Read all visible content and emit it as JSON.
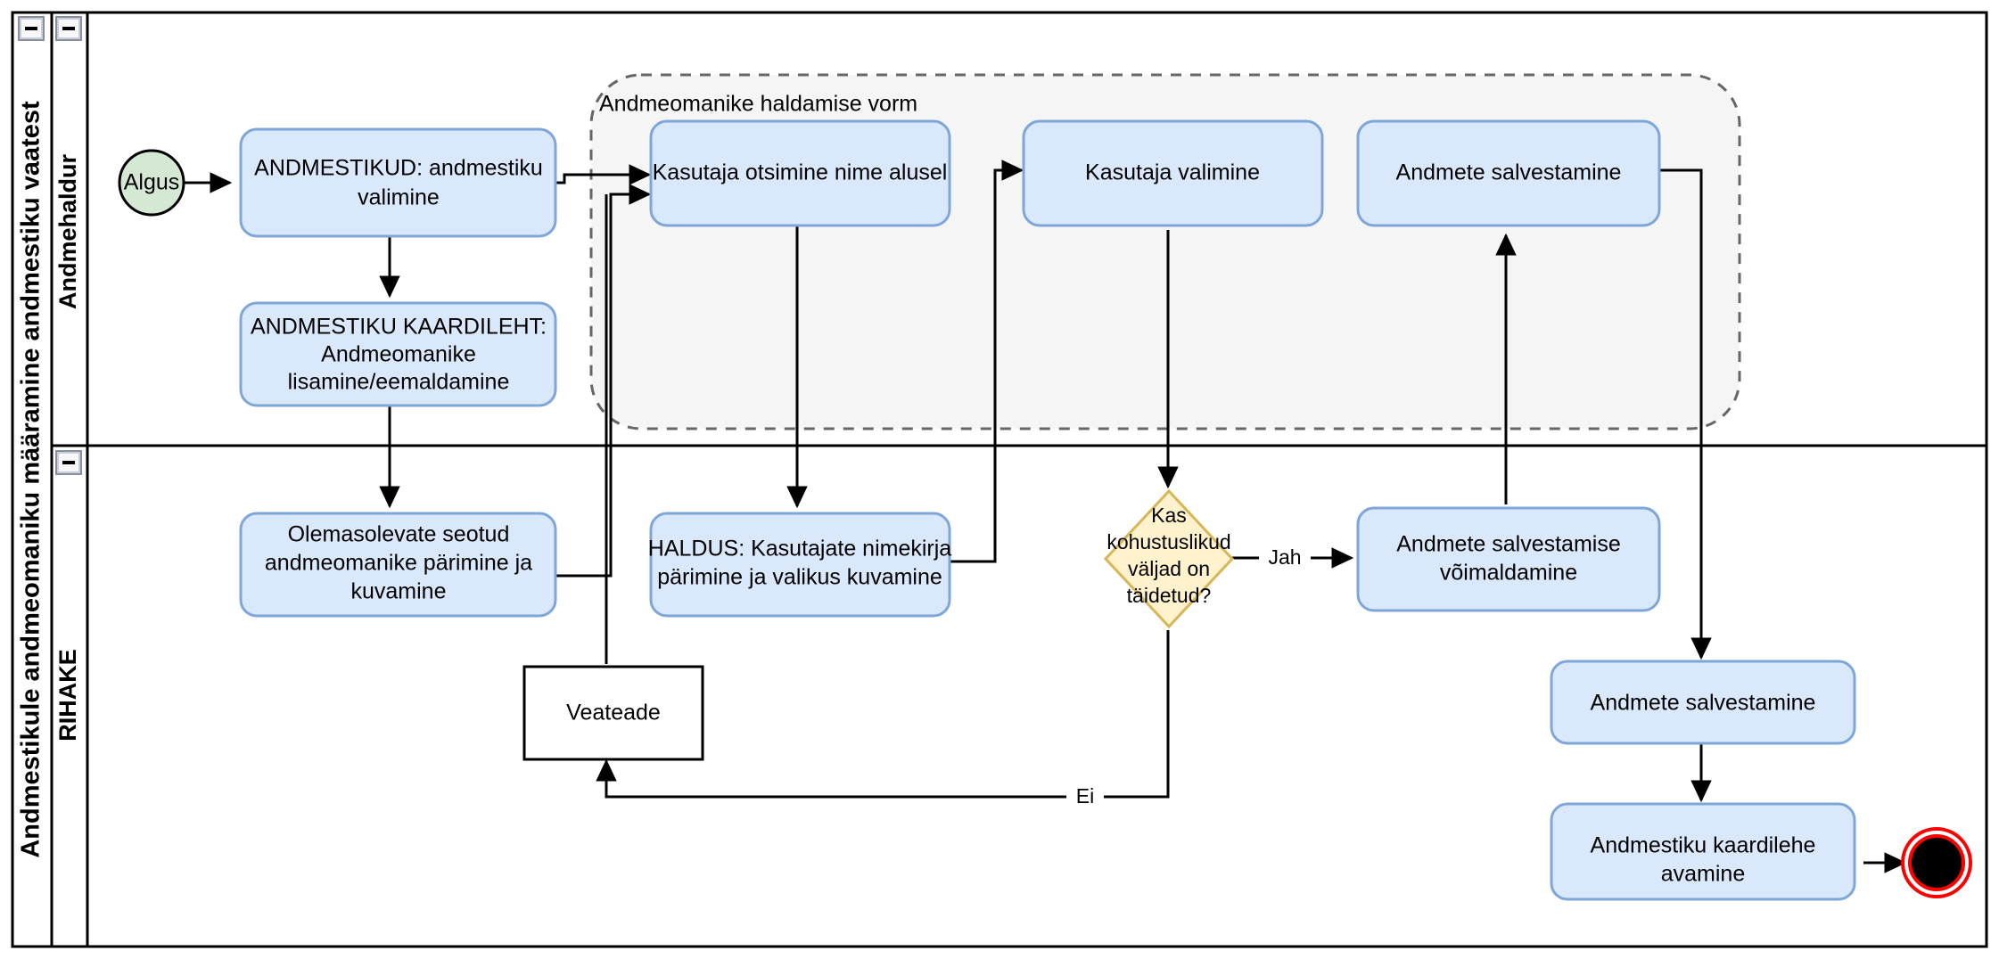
{
  "diagram": {
    "pool_title": "Andmestikule andmeomaniku määramine andmestiku vaatest",
    "lanes": [
      {
        "id": "lane-andmehaldur",
        "label": "Andmehaldur",
        "collapse_icon": "minus-icon"
      },
      {
        "id": "lane-rihake",
        "label": "RIHAKE",
        "collapse_icon": "minus-icon"
      }
    ],
    "pool_collapse_icon": "minus-icon",
    "group": {
      "label": "Andmeomanike haldamise vorm",
      "border_color": "#666666",
      "fill_color": "#f5f5f5"
    },
    "colors": {
      "task_fill": "#dae8fc",
      "task_stroke": "#7ea6d9",
      "start_fill": "#d5e8d4",
      "start_stroke": "#000000",
      "gateway_fill": "#fff2cc",
      "gateway_stroke": "#d6b656",
      "plain_fill": "#ffffff",
      "plain_stroke": "#000000",
      "end_fill": "#000000",
      "end_stroke": "#ff0000",
      "edge": "#000000",
      "lane_border": "#000000"
    },
    "nodes": [
      {
        "id": "start",
        "type": "start-event",
        "label": "Algus"
      },
      {
        "id": "task-andmestikud",
        "type": "task",
        "label": "ANDMESTIKUD: andmestiku valimine",
        "lines": [
          "ANDMESTIKUD: andmestiku",
          "valimine"
        ]
      },
      {
        "id": "task-kaardileht",
        "type": "task",
        "label": "ANDMESTIKU KAARDILEHT: Andmeomanike lisamine/eemaldamine",
        "lines": [
          "ANDMESTIKU KAARDILEHT:",
          "Andmeomanike",
          "lisamine/eemaldamine"
        ]
      },
      {
        "id": "task-kasutaja-otsimine",
        "type": "task",
        "label": "Kasutaja otsimine nime alusel",
        "lines": [
          "Kasutaja otsimine nime alusel"
        ]
      },
      {
        "id": "task-kasutaja-valimine",
        "type": "task",
        "label": "Kasutaja valimine",
        "lines": [
          "Kasutaja valimine"
        ]
      },
      {
        "id": "task-andmete-salvestamine-top",
        "type": "task",
        "label": "Andmete salvestamine",
        "lines": [
          "Andmete salvestamine"
        ]
      },
      {
        "id": "task-olemasolevate",
        "type": "task",
        "label": "Olemasolevate seotud andmeomanike pärimine ja kuvamine",
        "lines": [
          "Olemasolevate seotud",
          "andmeomanike pärimine ja",
          "kuvamine"
        ]
      },
      {
        "id": "task-haldus",
        "type": "task",
        "label": "HALDUS: Kasutajate nimekirja pärimine ja valikus kuvamine",
        "lines": [
          "HALDUS: Kasutajate nimekirja",
          "pärimine ja valikus kuvamine"
        ]
      },
      {
        "id": "gateway-kohustuslikud",
        "type": "gateway",
        "label": "Kas kohustuslikud väljad on täidetud?",
        "lines": [
          "Kas",
          "kohustuslikud",
          "väljad on",
          "täidetud?"
        ]
      },
      {
        "id": "task-salvestamise-voimaldamine",
        "type": "task",
        "label": "Andmete salvestamise võimaldamine",
        "lines": [
          "Andmete salvestamise",
          "võimaldamine"
        ]
      },
      {
        "id": "task-andmete-salvestamine-bottom",
        "type": "task",
        "label": "Andmete salvestamine",
        "lines": [
          "Andmete salvestamine"
        ]
      },
      {
        "id": "task-kaardilehe-avamine",
        "type": "task",
        "label": "Andmestiku kaardilehe avamine",
        "lines": [
          "Andmestiku kaardilehe",
          "avamine"
        ]
      },
      {
        "id": "task-veateade",
        "type": "plain-box",
        "label": "Veateade",
        "lines": [
          "Veateade"
        ]
      },
      {
        "id": "end",
        "type": "end-event",
        "label": ""
      }
    ],
    "edge_labels": [
      {
        "id": "edge-label-jah",
        "text": "Jah"
      },
      {
        "id": "edge-label-ei",
        "text": "Ei"
      }
    ]
  }
}
